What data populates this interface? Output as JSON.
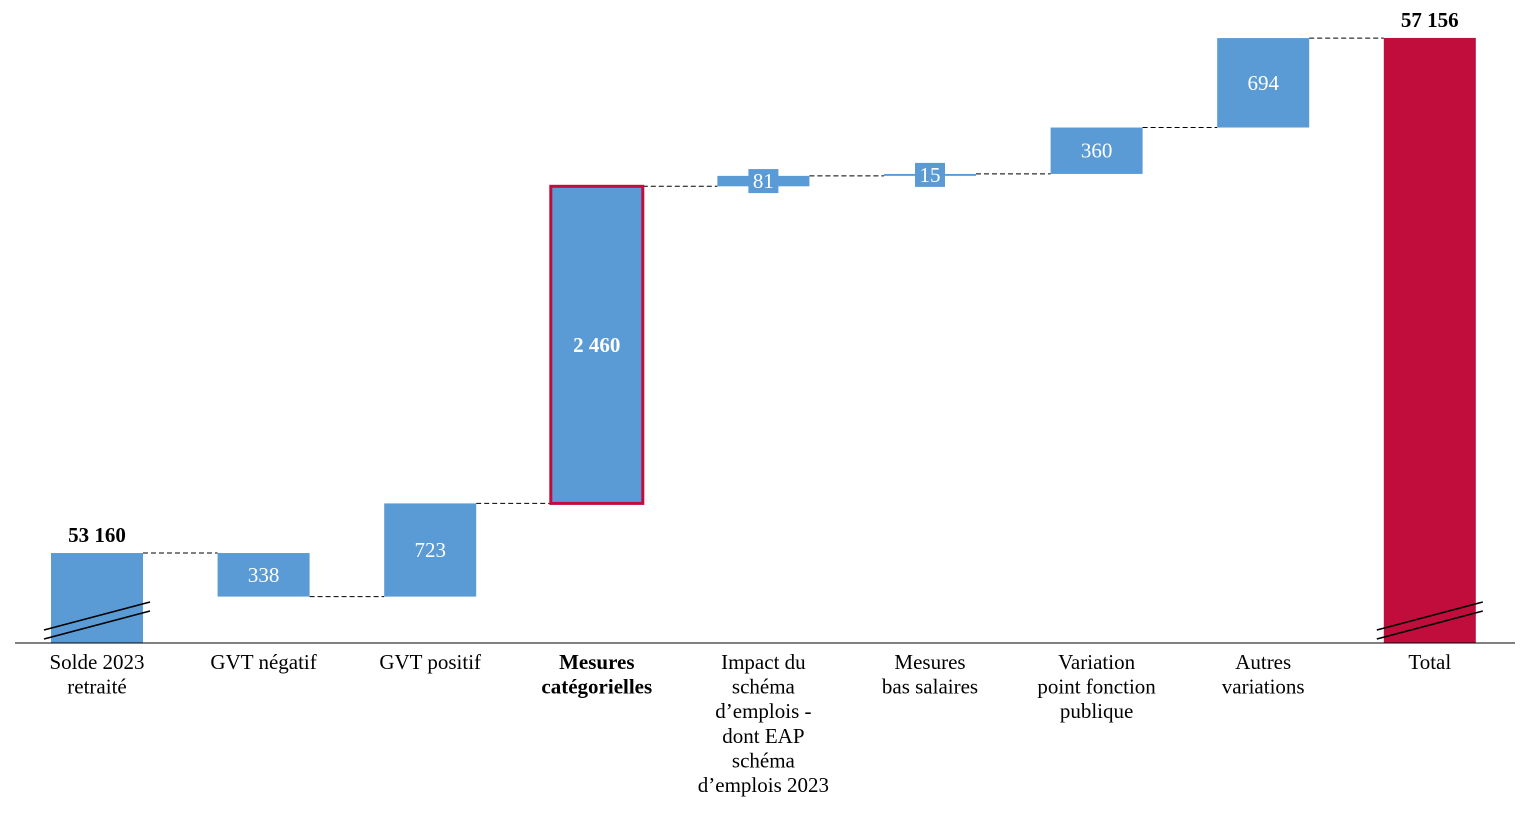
{
  "chart_data": {
    "type": "waterfall",
    "title": "",
    "xlabel": "",
    "ylabel": "",
    "axis_broken": true,
    "categories": [
      "Solde 2023\nretraité",
      "GVT négatif",
      "GVT positif",
      "Mesures\ncatégorielles",
      "Impact du\nschéma\nd’emplois -\ndont EAP\nschéma\nd’emplois 2023",
      "Mesures\nbas salaires",
      "Variation\npoint fonction\npublique",
      "Autres\nvariations",
      "Total"
    ],
    "kinds": [
      "start",
      "delta",
      "delta",
      "delta",
      "delta",
      "delta",
      "delta",
      "delta",
      "total"
    ],
    "values": [
      53160,
      -338,
      723,
      2460,
      81,
      15,
      360,
      694,
      57156
    ],
    "labels": [
      "53 160",
      "338",
      "723",
      "2 460",
      "81",
      "15",
      "360",
      "694",
      "57 156"
    ],
    "highlight_index": 3,
    "colors": {
      "delta": "#5b9bd5",
      "total": "#c00d3c",
      "highlight_border": "#c00d3c",
      "connector": "#000000"
    }
  }
}
